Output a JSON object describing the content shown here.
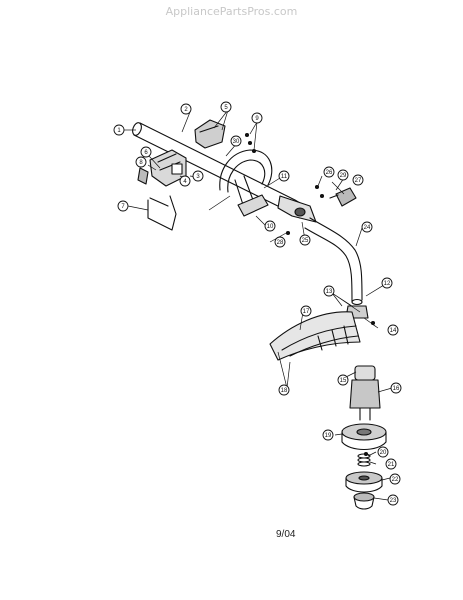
{
  "header": {
    "watermark": "AppliancePartsPros.com"
  },
  "footer": {
    "date_code": "9/04"
  },
  "callouts": [
    "1",
    "2",
    "3",
    "4",
    "5",
    "6",
    "7",
    "8",
    "9",
    "10",
    "11",
    "12",
    "13",
    "14",
    "15",
    "16",
    "17",
    "18",
    "19",
    "20",
    "21",
    "22",
    "23",
    "24",
    "25",
    "26",
    "27",
    "28",
    "29",
    "30"
  ]
}
